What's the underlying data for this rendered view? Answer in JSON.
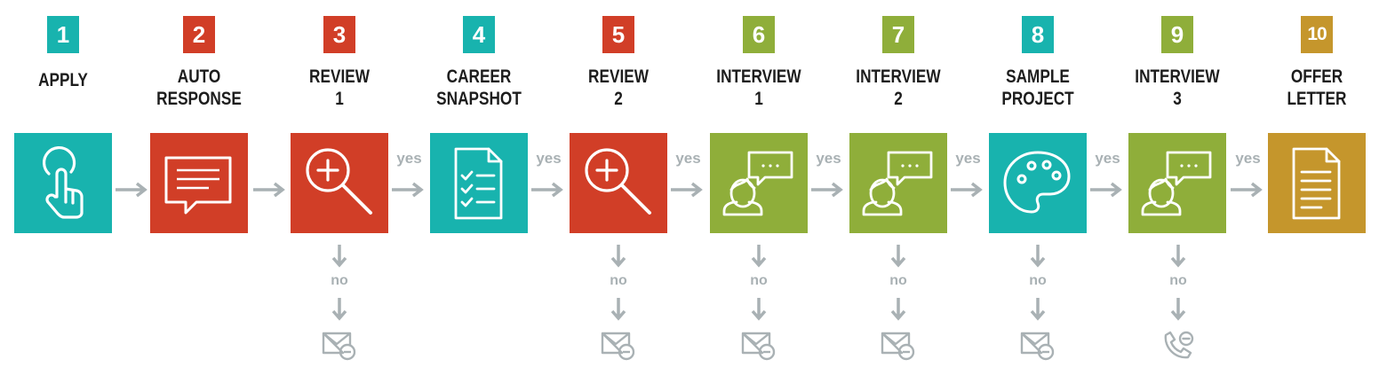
{
  "steps": [
    {
      "number": "1",
      "label_lines": [
        "APPLY"
      ],
      "color": "#18b3ae",
      "icon": "touch-hand-icon"
    },
    {
      "number": "2",
      "label_lines": [
        "AUTO",
        "RESPONSE"
      ],
      "color": "#d13e27",
      "icon": "chat-bubble-icon"
    },
    {
      "number": "3",
      "label_lines": [
        "REVIEW",
        "1"
      ],
      "color": "#d13e27",
      "icon": "magnifier-plus-icon"
    },
    {
      "number": "4",
      "label_lines": [
        "CAREER",
        "SNAPSHOT"
      ],
      "color": "#18b3ae",
      "icon": "checklist-document-icon"
    },
    {
      "number": "5",
      "label_lines": [
        "REVIEW",
        "2"
      ],
      "color": "#d13e27",
      "icon": "magnifier-plus-icon"
    },
    {
      "number": "6",
      "label_lines": [
        "INTERVIEW",
        "1"
      ],
      "color": "#8fae3a",
      "icon": "person-speech-icon"
    },
    {
      "number": "7",
      "label_lines": [
        "INTERVIEW",
        "2"
      ],
      "color": "#8fae3a",
      "icon": "person-speech-icon"
    },
    {
      "number": "8",
      "label_lines": [
        "SAMPLE",
        "PROJECT"
      ],
      "color": "#18b3ae",
      "icon": "palette-icon"
    },
    {
      "number": "9",
      "label_lines": [
        "INTERVIEW",
        "3"
      ],
      "color": "#8fae3a",
      "icon": "person-speech-icon"
    },
    {
      "number": "10",
      "label_lines": [
        "OFFER",
        "LETTER"
      ],
      "color": "#c5962c",
      "icon": "letter-document-icon"
    }
  ],
  "connectors": [
    {
      "label": ""
    },
    {
      "label": ""
    },
    {
      "label": "yes"
    },
    {
      "label": "yes"
    },
    {
      "label": "yes"
    },
    {
      "label": "yes"
    },
    {
      "label": "yes"
    },
    {
      "label": "yes"
    },
    {
      "label": "yes"
    }
  ],
  "branches": [
    {
      "after_step": "3",
      "label": "no",
      "icon": "mail-minus-icon"
    },
    {
      "after_step": "5",
      "label": "no",
      "icon": "mail-minus-icon"
    },
    {
      "after_step": "6",
      "label": "no",
      "icon": "mail-minus-icon"
    },
    {
      "after_step": "7",
      "label": "no",
      "icon": "mail-minus-icon"
    },
    {
      "after_step": "8",
      "label": "no",
      "icon": "mail-minus-icon"
    },
    {
      "after_step": "9",
      "label": "no",
      "icon": "phone-minus-icon"
    }
  ],
  "colors": {
    "arrow": "#a9b1b4",
    "label_text": "#1d1d1d"
  }
}
